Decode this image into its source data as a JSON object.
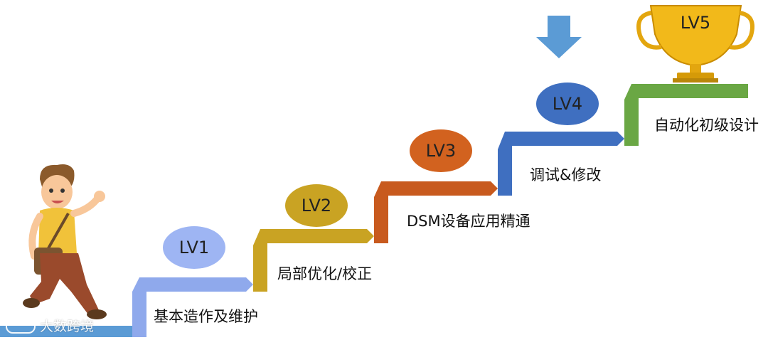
{
  "levels": [
    {
      "badge": "LV1",
      "label": "基本造作及维护",
      "stair_color": "#8fa9ec",
      "badge_color": "#9eb5f3"
    },
    {
      "badge": "LV2",
      "label": "局部优化/校正",
      "stair_color": "#c9a323",
      "badge_color": "#c9a323"
    },
    {
      "badge": "LV3",
      "label": "DSM设备应用精通",
      "stair_color": "#c85a1e",
      "badge_color": "#d2621f"
    },
    {
      "badge": "LV4",
      "label": "调试&修改",
      "stair_color": "#3f6fc0",
      "badge_color": "#3f6fc0"
    },
    {
      "badge": "LV5",
      "label": "自动化初级设计",
      "stair_color": "#6aa744",
      "badge_color": "#e0a80e"
    }
  ],
  "indicator": {
    "icon": "down-arrow-icon",
    "color": "#5b9bd5"
  },
  "trophy": {
    "icon": "trophy-icon",
    "color": "#f2b91a"
  },
  "character": {
    "icon": "walking-man-icon"
  },
  "watermark": {
    "text": "大数跨境",
    "icon": "logo-icon"
  }
}
